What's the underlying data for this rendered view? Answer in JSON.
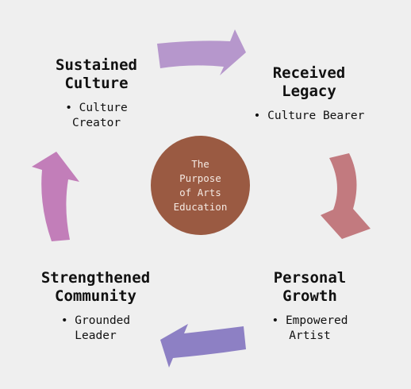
{
  "center": {
    "label": "The\nPurpose\nof Arts\nEducation",
    "color": "#9a5a42"
  },
  "nodes": {
    "sustained": {
      "title": "Sustained\nCulture",
      "bullet": "• Culture\nCreator"
    },
    "received": {
      "title": "Received\nLegacy",
      "bullet": "• Culture Bearer"
    },
    "personal": {
      "title": "Personal\nGrowth",
      "bullet": "• Empowered\nArtist"
    },
    "strengthened": {
      "title": "Strengthened\nCommunity",
      "bullet": "• Grounded\nLeader"
    }
  },
  "arrow_colors": {
    "top": "#b697cc",
    "right": "#c27a7f",
    "bottom": "#8d80c4",
    "left": "#c27eb9"
  }
}
